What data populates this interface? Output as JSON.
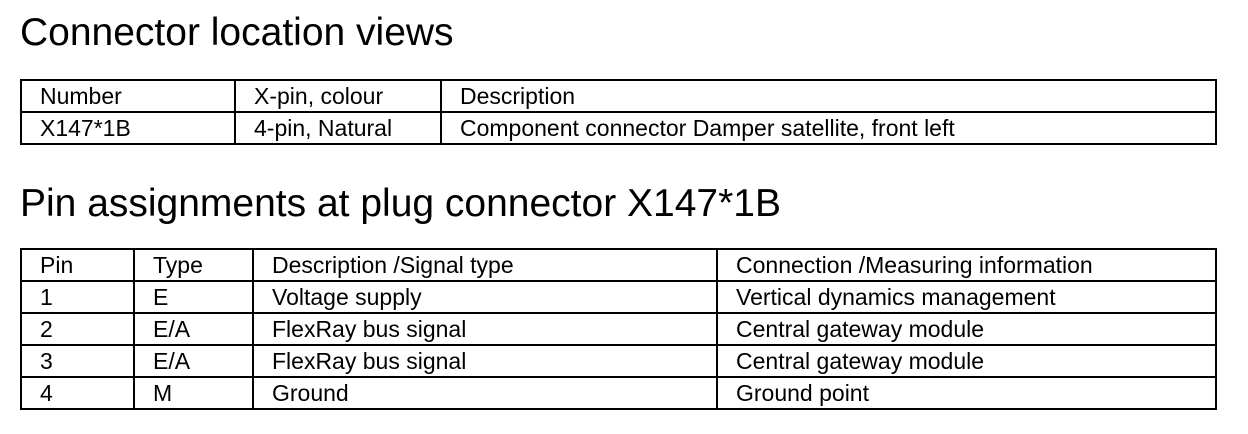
{
  "section1": {
    "title": "Connector location views",
    "headers": [
      "Number",
      "X-pin, colour",
      "Description"
    ],
    "rows": [
      [
        "X147*1B",
        "4-pin, Natural",
        "Component connector Damper satellite, front left"
      ]
    ]
  },
  "section2": {
    "title": "Pin assignments at plug connector X147*1B",
    "headers": [
      "Pin",
      "Type",
      "Description /Signal type",
      "Connection /Measuring information"
    ],
    "rows": [
      [
        "1",
        "E",
        "Voltage supply",
        "Vertical dynamics management"
      ],
      [
        "2",
        "E/A",
        "FlexRay bus signal",
        "Central gateway module"
      ],
      [
        "3",
        "E/A",
        "FlexRay bus signal",
        "Central gateway module"
      ],
      [
        "4",
        "M",
        "Ground",
        "Ground point"
      ]
    ]
  }
}
